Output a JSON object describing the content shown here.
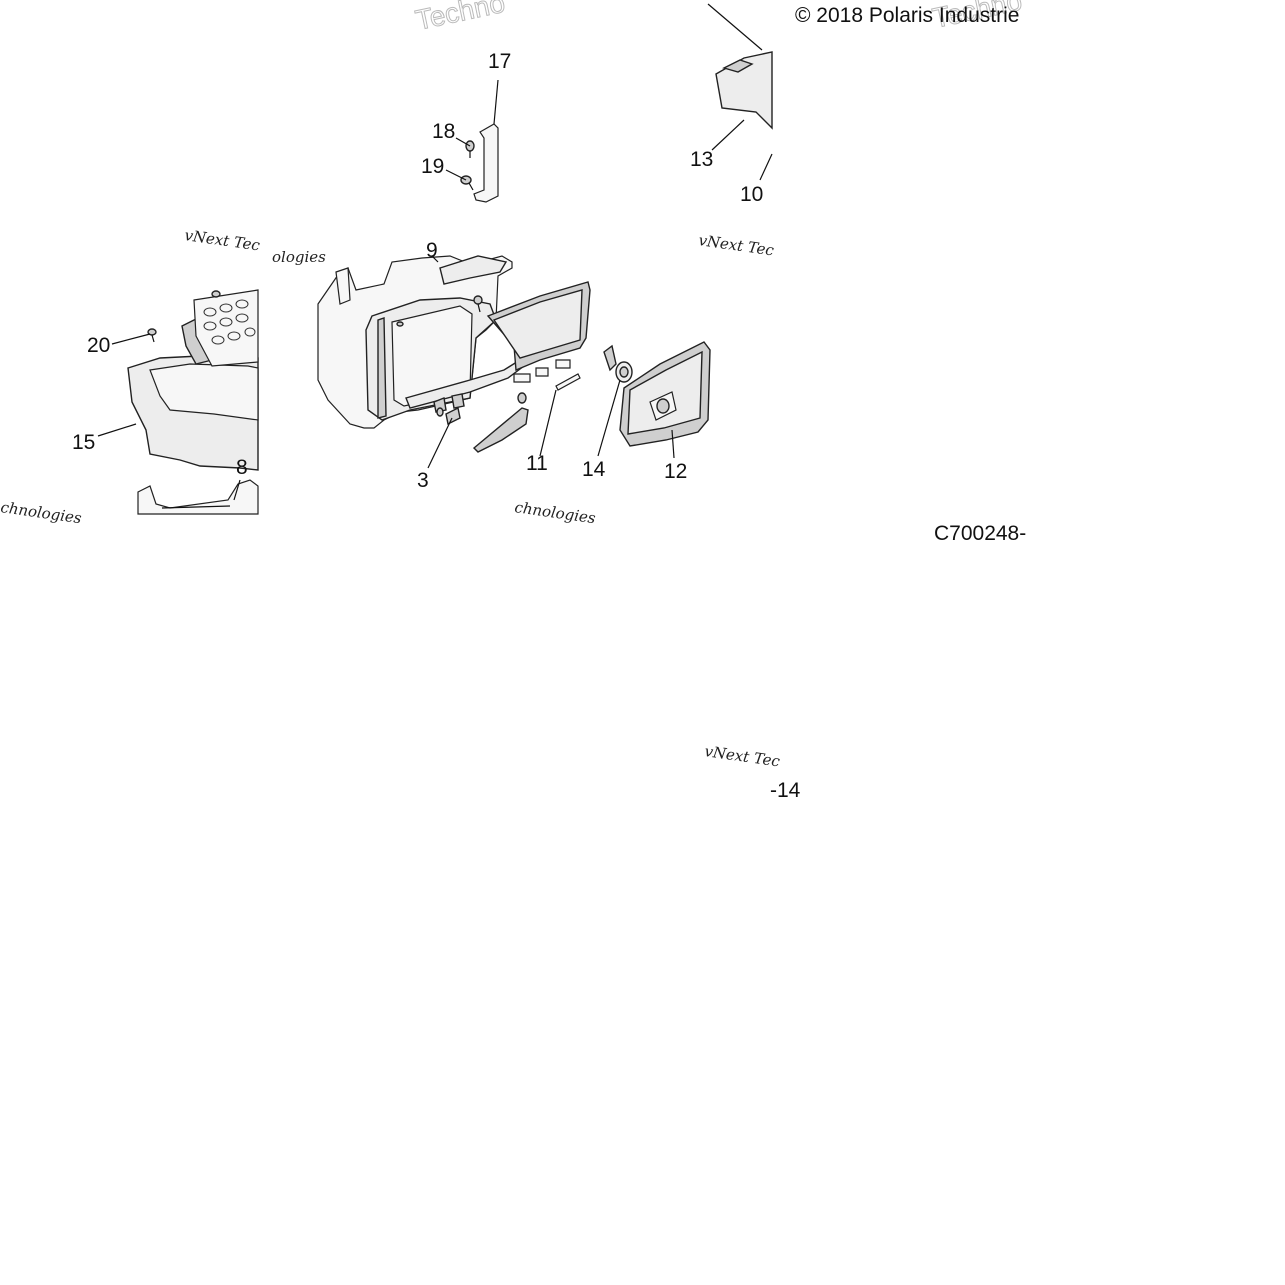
{
  "copyright": "© 2018 Polaris Industrie",
  "diagram_code": "C700248-",
  "page_ref": "-14",
  "watermark_brand": "vNext Tec",
  "watermark_word": "Techno",
  "watermark_tech": "chnologies",
  "watermark_partial": "ologies",
  "callouts": {
    "c3": "3",
    "c8": "8",
    "c9": "9",
    "c10": "10",
    "c11": "11",
    "c12": "12",
    "c13": "13",
    "c14": "14",
    "c15": "15",
    "c17": "17",
    "c18": "18",
    "c19": "19",
    "c20": "20"
  }
}
